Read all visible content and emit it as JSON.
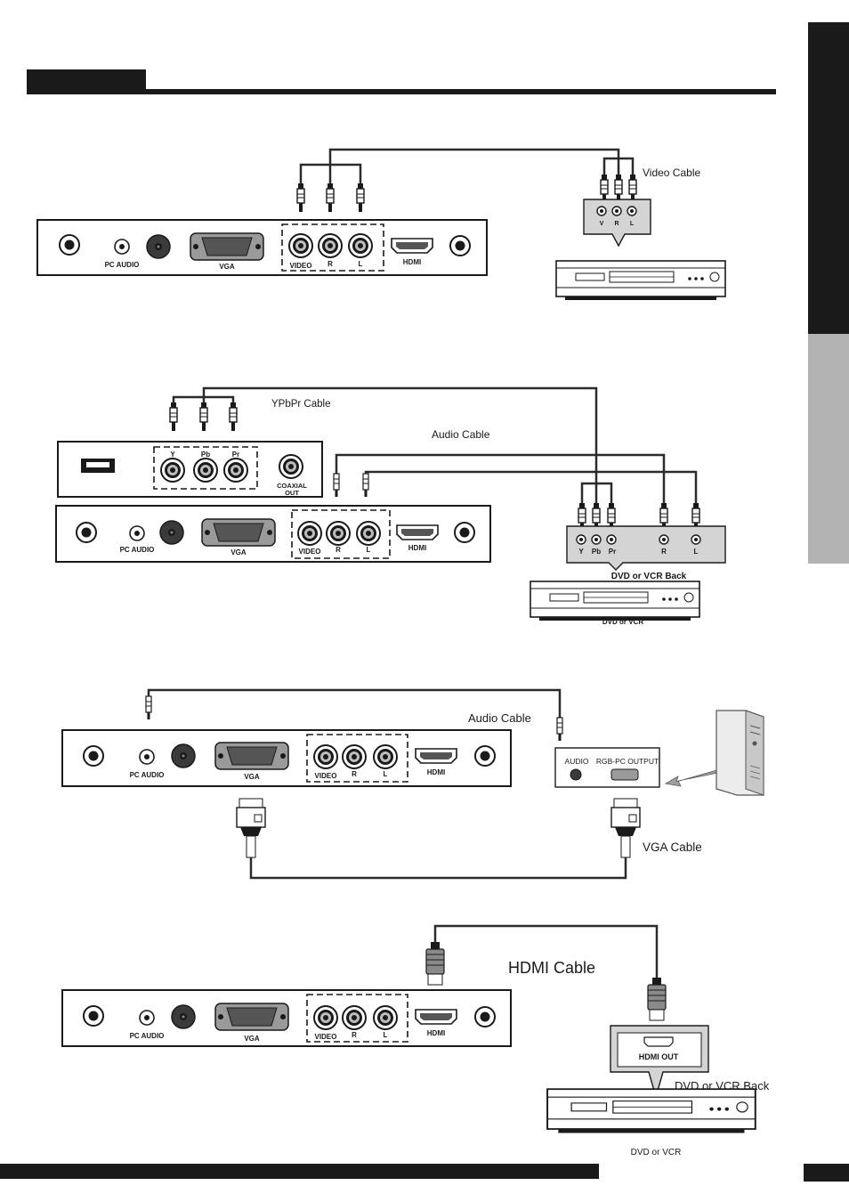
{
  "header": {
    "title": ""
  },
  "tv_panel": {
    "pc_audio": "PC AUDIO",
    "vga": "VGA",
    "video": "VIDEO",
    "r": "R",
    "l": "L",
    "hdmi": "HDMI"
  },
  "side_panel": {
    "y": "Y",
    "pb": "Pb",
    "pr": "Pr",
    "coaxial_out_1": "COAXIAL",
    "coaxial_out_2": "OUT"
  },
  "section1": {
    "cable_label": "Video Cable",
    "device_jacks": {
      "v": "V",
      "r": "R",
      "l": "L"
    }
  },
  "section2": {
    "ypbpr_cable_label": "YPbPr Cable",
    "audio_cable_label": "Audio Cable",
    "device_jacks": {
      "y": "Y",
      "pb": "Pb",
      "pr": "Pr",
      "r": "R",
      "l": "L"
    },
    "device_back_label": "DVD or VCR Back",
    "device_label": "DVD or VCR"
  },
  "section3": {
    "audio_cable_label": "Audio Cable",
    "vga_cable_label": "VGA Cable",
    "pc_audio_label": "AUDIO",
    "pc_output_label": "RGB-PC OUTPUT"
  },
  "section4": {
    "hdmi_cable_label": "HDMI Cable",
    "hdmi_out_label": "HDMI OUT",
    "device_back_label": "DVD or VCR  Back",
    "device_label": "DVD or VCR"
  },
  "colors": {
    "ink": "#1a1a1a",
    "tab_gray": "#b3b3b3",
    "cable": "#2b2b2b"
  }
}
